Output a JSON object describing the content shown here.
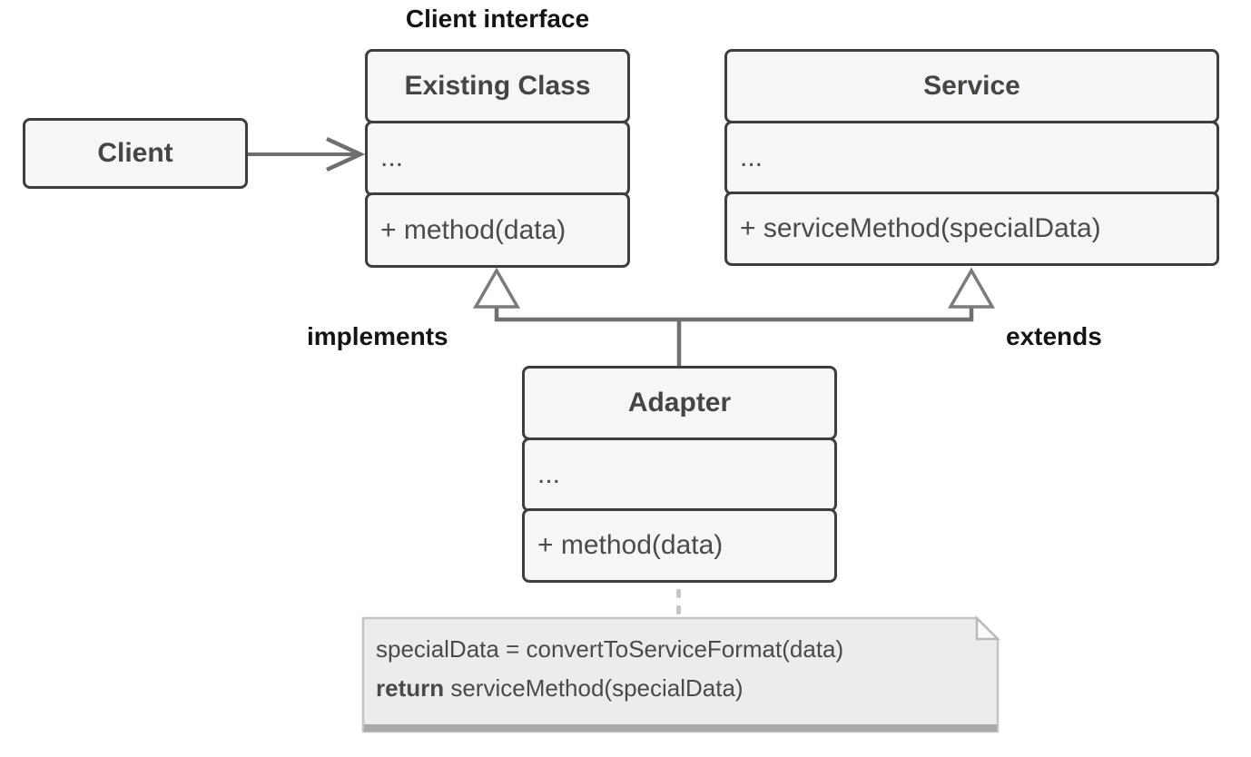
{
  "title_labels": {
    "client_interface": "Client interface",
    "implements": "implements",
    "extends": "extends"
  },
  "client": {
    "title": "Client"
  },
  "classes": {
    "existing": {
      "title": "Existing Class",
      "fields": "...",
      "method": "+ method(data)"
    },
    "service": {
      "title": "Service",
      "fields": "...",
      "method": "+ serviceMethod(specialData)"
    },
    "adapter": {
      "title": "Adapter",
      "fields": "...",
      "method": "+ method(data)"
    }
  },
  "note": {
    "line1": "specialData = convertToServiceFormat(data)",
    "line2_keyword": "return",
    "line2_rest": " serviceMethod(specialData)"
  },
  "icons": {
    "association_arrow": "open-arrowhead-right",
    "inheritance_left": "hollow-triangle-up",
    "inheritance_right": "hollow-triangle-up",
    "note_fold": "folded-corner"
  },
  "colors": {
    "background": "#ffffff",
    "box_border": "#3f3e3c",
    "box_fill": "#f6f6f6",
    "box_text": "#4c4b49",
    "label_text": "#141414",
    "connector": "#6f6f6f",
    "triangle_stroke": "#7b7b7b",
    "note_fill": "#ececea",
    "note_border": "#c4c4c4",
    "note_shadow": "#a9a9a9",
    "note_dash": "#c6c6c6"
  }
}
